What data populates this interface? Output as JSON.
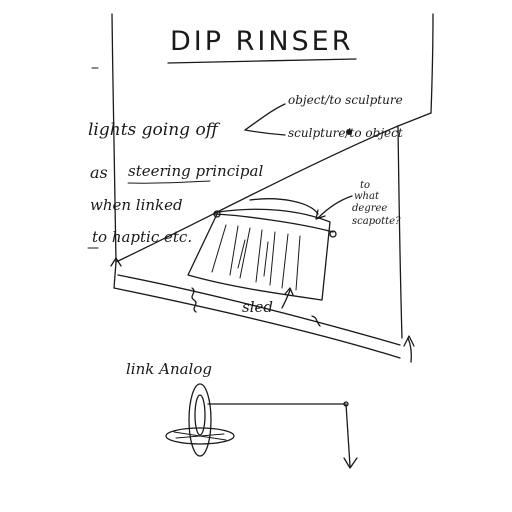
{
  "title": "DIP RINSER",
  "notes": {
    "lights_going_off": "lights going off",
    "object_to_sculpture": "object/to sculpture",
    "sculpture_to_object": "sculpture/to object",
    "as": "as",
    "steering_principal": "steering principal",
    "when_linked": "when linked",
    "to_haptic_etc": "to haptic etc.",
    "to_what_degree_1": "to",
    "to_what_degree_2": "what",
    "to_what_degree_3": "degree",
    "to_what_degree_4": "scapotte?",
    "sled": "sled",
    "link_analog": "link Analog"
  }
}
